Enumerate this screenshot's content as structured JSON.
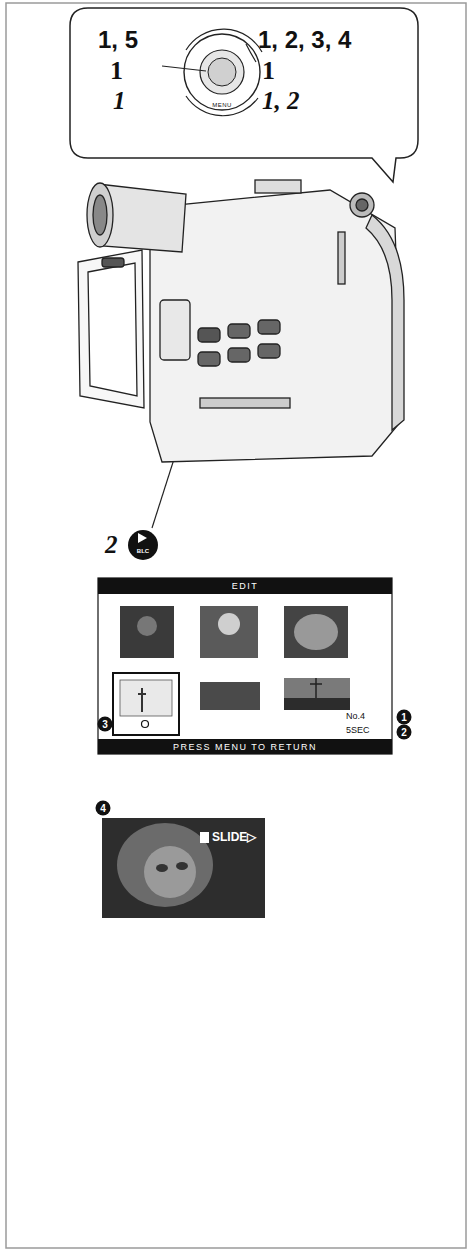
{
  "diagram": {
    "labels": [
      "1, 5",
      "1",
      "1",
      "1, 2, 3, 4",
      "1",
      "1, 2",
      "MENU",
      "2",
      "BLC",
      "EDIT",
      "No.4",
      "5SEC",
      "PRESS MENU TO RETURN",
      "1",
      "2",
      "3",
      "4",
      "SLIDE▷"
    ]
  }
}
